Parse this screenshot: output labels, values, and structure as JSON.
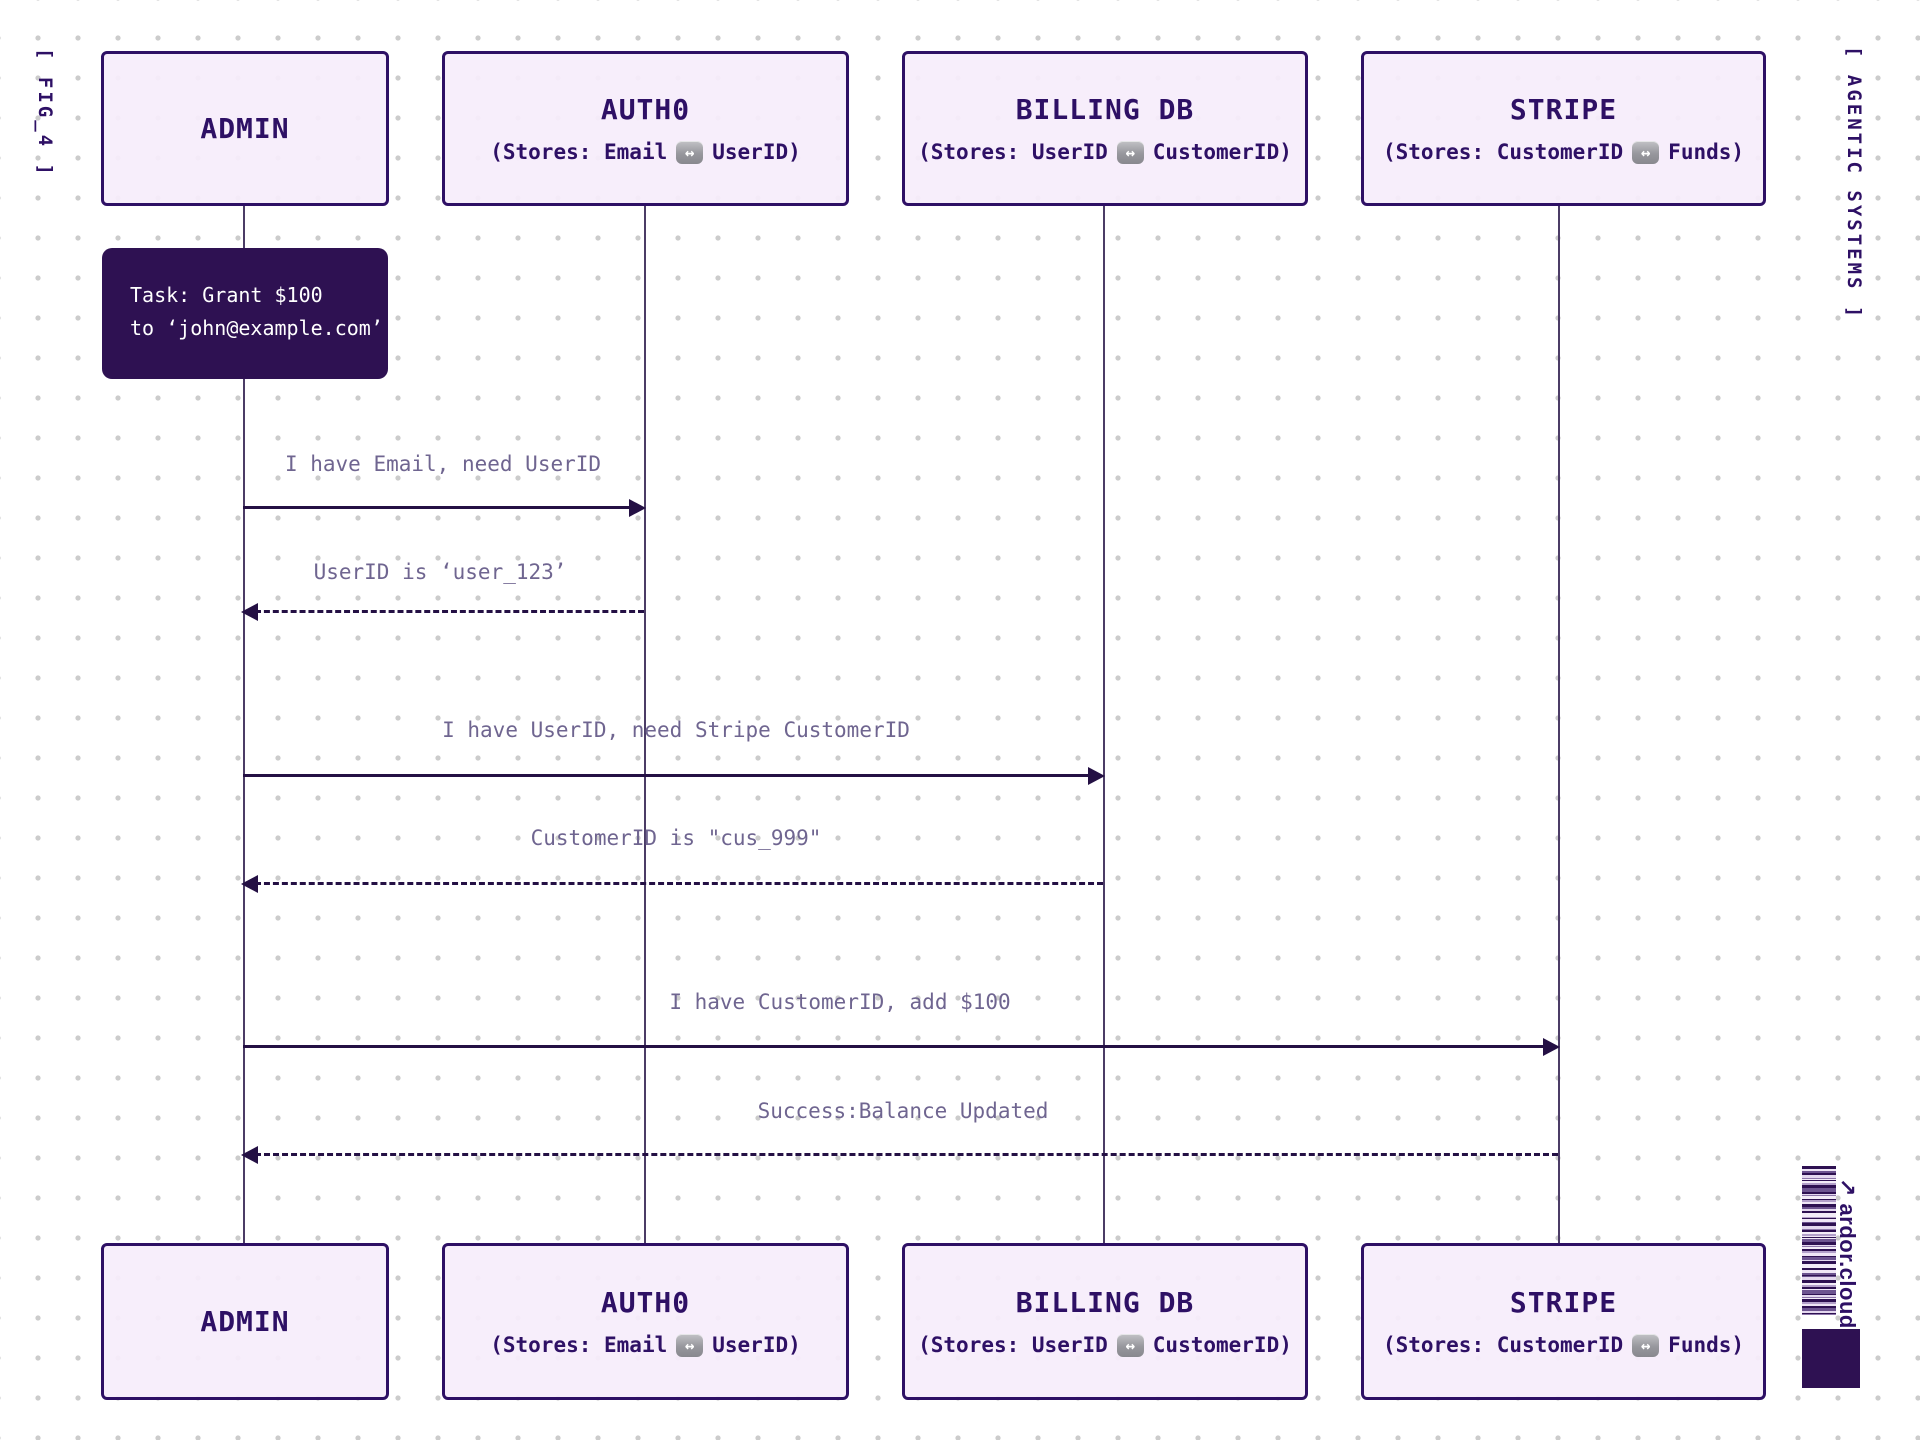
{
  "meta": {
    "fig_label": "[ FIG_4 ]",
    "side_label": "[ AGENTIC SYSTEMS ]",
    "brand_text": "↗ ardor.cloud",
    "colors": {
      "accent": "#2e1065",
      "box_fill": "#f8eefb",
      "task_fill": "#2e1152",
      "message_text": "#6f6590",
      "arrow": "#241044",
      "dot_grid": "#cccccc"
    }
  },
  "actors": [
    {
      "title": "ADMIN"
    },
    {
      "title": "AUTH0",
      "store_left": "(Stores: Email",
      "icon": "↔",
      "store_right": "UserID)"
    },
    {
      "title": "BILLING DB",
      "store_left": "(Stores: UserID",
      "icon": "↔",
      "store_right": "CustomerID)"
    },
    {
      "title": "STRIPE",
      "store_left": "(Stores: CustomerID",
      "icon": "↔",
      "store_right": "Funds)"
    }
  ],
  "task": {
    "line1": "Task: Grant $100",
    "line2": "to ‘john@example.com’"
  },
  "messages": [
    {
      "text": "I have Email, need UserID",
      "from": "ADMIN",
      "to": "AUTH0",
      "style": "solid"
    },
    {
      "text": "UserID is ‘user_123’",
      "from": "AUTH0",
      "to": "ADMIN",
      "style": "dashed"
    },
    {
      "text": "I have UserID, need Stripe CustomerID",
      "from": "ADMIN",
      "to": "BILLING DB",
      "style": "solid"
    },
    {
      "text": "CustomerID is \"cus_999\"",
      "from": "BILLING DB",
      "to": "ADMIN",
      "style": "dashed"
    },
    {
      "text": "I have CustomerID, add $100",
      "from": "ADMIN",
      "to": "STRIPE",
      "style": "solid"
    },
    {
      "text": "Success:Balance Updated",
      "from": "STRIPE",
      "to": "ADMIN",
      "style": "dashed"
    }
  ]
}
